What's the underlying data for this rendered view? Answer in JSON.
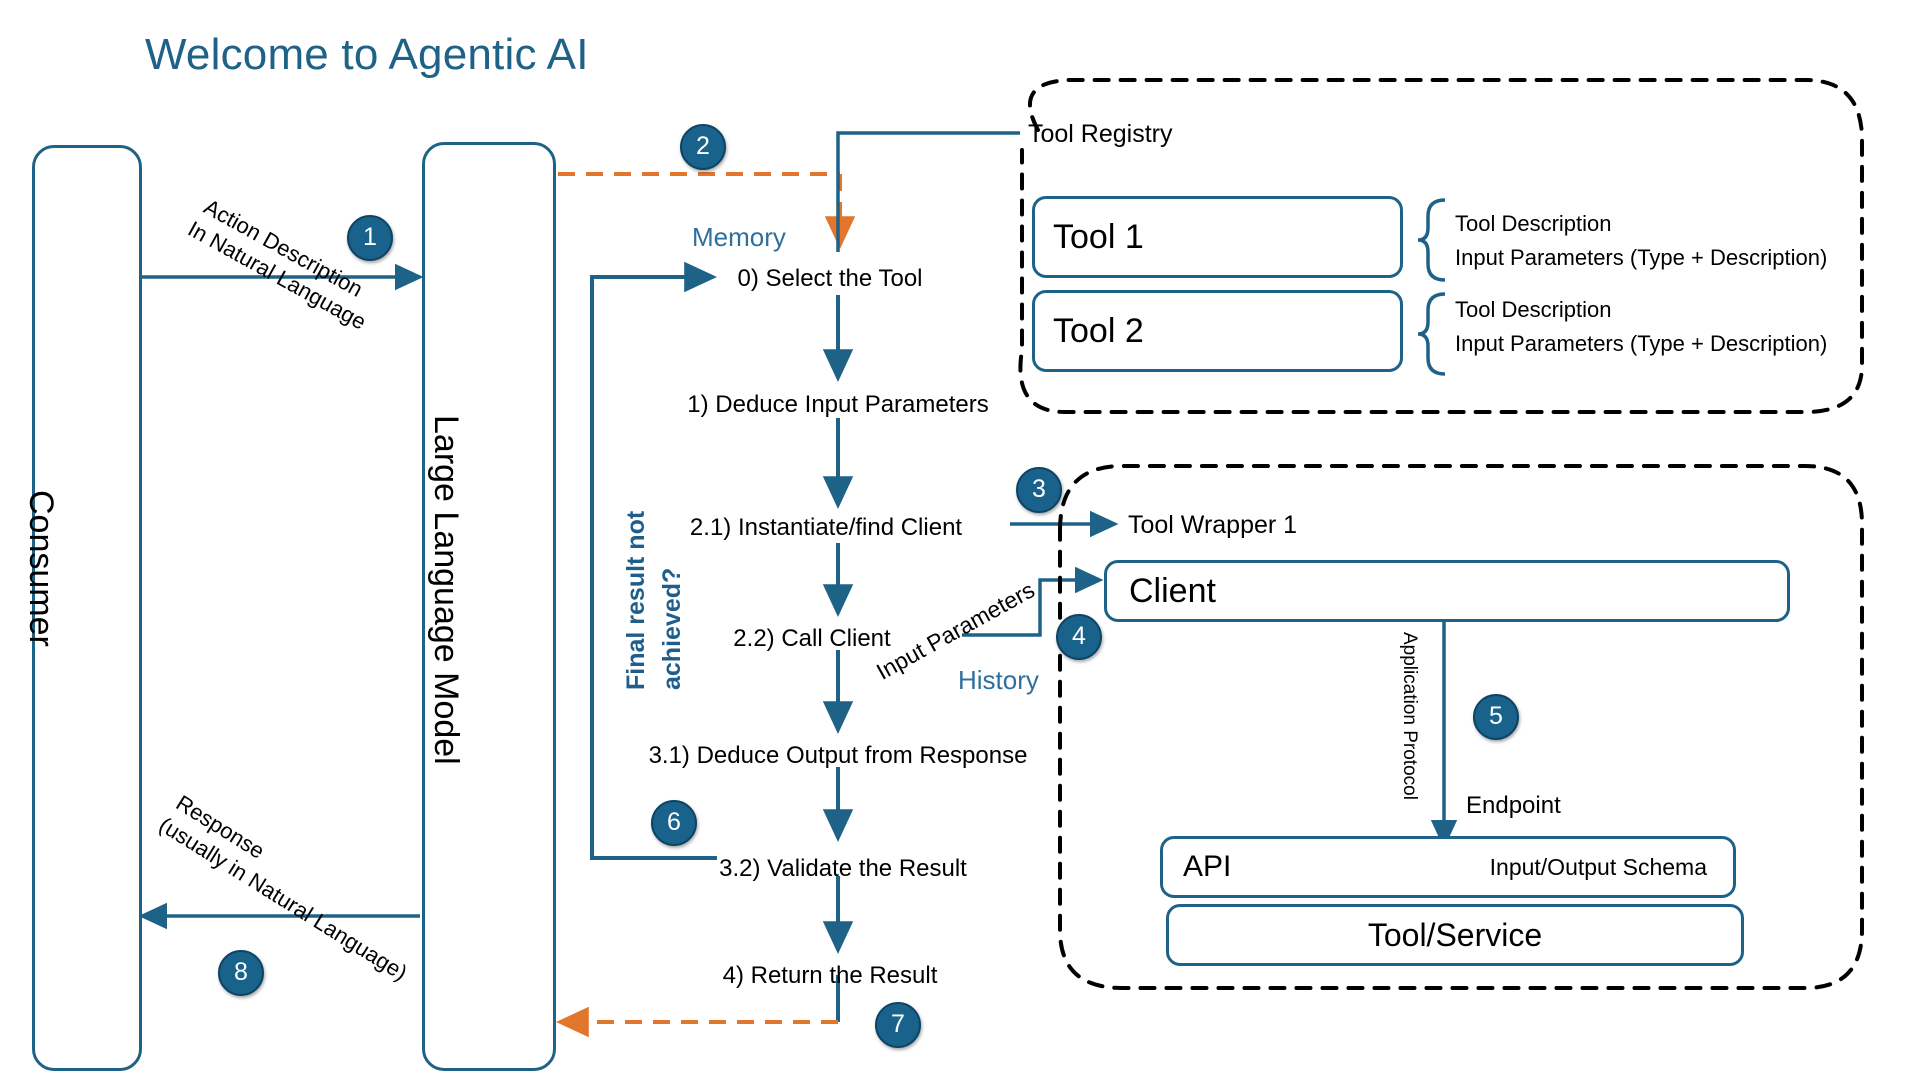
{
  "title": "Welcome to Agentic AI",
  "colors": {
    "accent": "#1F6287",
    "marker": "#18628C",
    "dashed_flow": "#E2762C",
    "container_outline": "#000000"
  },
  "lanes": [
    {
      "id": "consumer",
      "label": "Consumer"
    },
    {
      "id": "llm",
      "label": "Large Language Model"
    }
  ],
  "flow_labels": {
    "request": "Action Description\nIn Natural Language",
    "request_line1": "Action Description",
    "request_line2": "In Natural Language",
    "response_line1": "Response",
    "response_line2": "(usually in Natural Language)",
    "loop_line1": "Final result not",
    "loop_line2": "achieved?",
    "memory": "Memory",
    "history": "History",
    "input_parameters": "Input Parameters",
    "application_protocol": "Application Protocol",
    "endpoint": "Endpoint"
  },
  "steps": [
    {
      "id": "step0",
      "label": "0) Select the Tool"
    },
    {
      "id": "step1",
      "label": "1) Deduce Input Parameters"
    },
    {
      "id": "step21",
      "label": "2.1) Instantiate/find  Client"
    },
    {
      "id": "step22",
      "label": "2.2) Call Client"
    },
    {
      "id": "step31",
      "label": "3.1) Deduce Output from Response"
    },
    {
      "id": "step32",
      "label": "3.2) Validate the Result"
    },
    {
      "id": "step4",
      "label": "4) Return the Result"
    }
  ],
  "markers": [
    "1",
    "2",
    "3",
    "4",
    "5",
    "6",
    "7",
    "8"
  ],
  "tool_registry": {
    "title": "Tool Registry",
    "tools": [
      {
        "name": "Tool 1",
        "description_line1": "Tool Description",
        "description_line2": "Input Parameters (Type + Description)"
      },
      {
        "name": "Tool 2",
        "description_line1": "Tool Description",
        "description_line2": "Input Parameters (Type + Description)"
      }
    ]
  },
  "tool_wrapper": {
    "title": "Tool Wrapper 1",
    "client": "Client",
    "api": {
      "name": "API",
      "schema": "Input/Output Schema"
    },
    "service": "Tool/Service"
  }
}
